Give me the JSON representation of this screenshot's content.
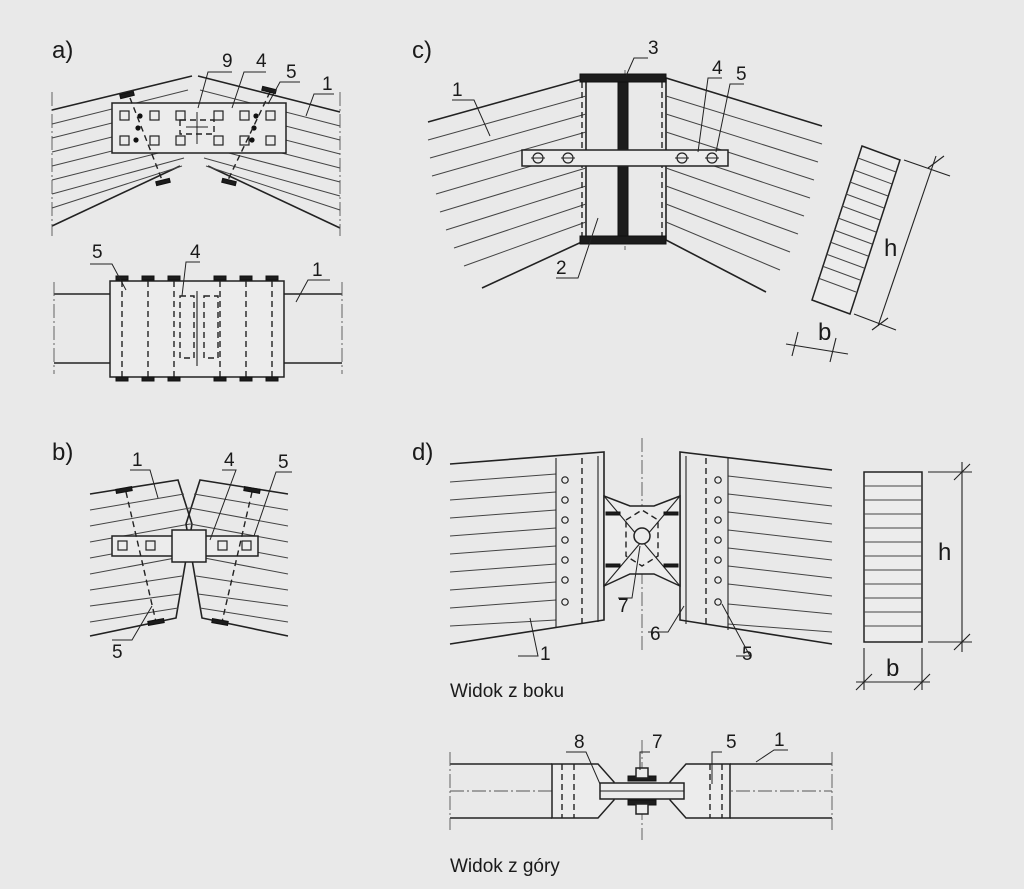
{
  "panels": {
    "a": "a)",
    "b": "b)",
    "c": "c)",
    "d": "d)"
  },
  "callouts": {
    "a_top": [
      "9",
      "4",
      "5",
      "1"
    ],
    "a_bottom": [
      "5",
      "4",
      "1"
    ],
    "b_top": [
      "1",
      "4",
      "5"
    ],
    "b_bottom": [
      "5"
    ],
    "c": [
      "1",
      "3",
      "4",
      "5",
      "2"
    ],
    "d_side": [
      "1",
      "7",
      "6",
      "5"
    ],
    "d_top": [
      "8",
      "7",
      "5",
      "1"
    ]
  },
  "dimensions": {
    "c_height": "h",
    "c_width": "b",
    "d_height": "h",
    "d_width": "b"
  },
  "captions": {
    "side_view": "Widok z boku",
    "top_view": "Widok z góry"
  }
}
